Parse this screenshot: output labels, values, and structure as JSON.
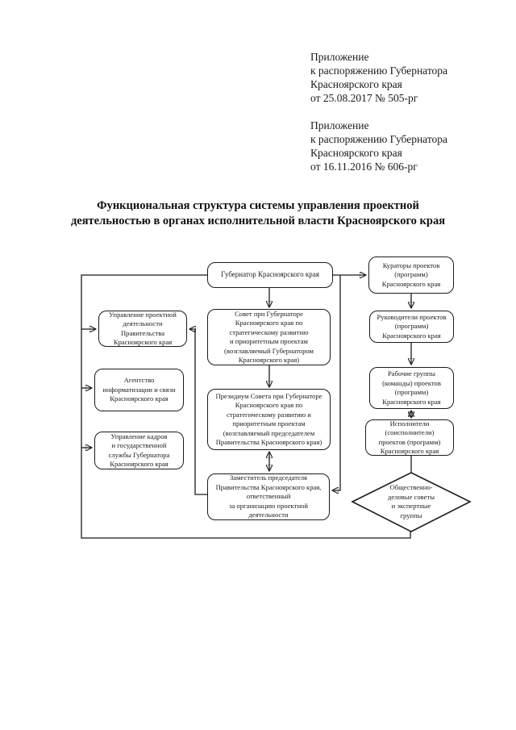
{
  "page": {
    "annexes": [
      {
        "lines": [
          "Приложение",
          "к распоряжению Губернатора",
          "Красноярского края",
          "от 25.08.2017 № 505-рг"
        ]
      },
      {
        "lines": [
          "Приложение",
          "к распоряжению Губернатора",
          "Красноярского края",
          "от 16.11.2016 № 606-рг"
        ]
      }
    ],
    "title_lines": [
      "Функциональная структура системы управления проектной",
      "деятельностью в органах исполнительной власти Красноярского края"
    ]
  },
  "diagram": {
    "nodes": {
      "governor": {
        "lines": [
          "Губернатор Красноярского края"
        ]
      },
      "curators": {
        "lines": [
          "Кураторы проектов",
          "(программ)",
          "Красноярского края"
        ]
      },
      "project_office": {
        "lines": [
          "Управление проектной",
          "деятельности",
          "Правительства",
          "Красноярского края"
        ]
      },
      "council": {
        "lines": [
          "Совет при Губернаторе",
          "Красноярского края по",
          "стратегическому развитию",
          "и приоритетным проектам",
          "(возглавляемый Губернатором",
          "Красноярского края)"
        ]
      },
      "project_leaders": {
        "lines": [
          "Руководители проектов",
          "(программ)",
          "Красноярского края"
        ]
      },
      "it_agency": {
        "lines": [
          "Агентство",
          "информатизации и связи",
          "Красноярского края"
        ]
      },
      "work_groups": {
        "lines": [
          "Рабочие группы",
          "(команды) проектов",
          "(программ)",
          "Красноярского края"
        ]
      },
      "presidium": {
        "lines": [
          "Президиум Совета при Губернаторе",
          "Красноярского края по",
          "стратегическому развитию и",
          "приоритетным проектам",
          "(возглавляемый председателем",
          "Правительства Красноярского края)"
        ]
      },
      "hr_department": {
        "lines": [
          "Управление кадров",
          "и государственной",
          "службы Губернатора",
          "Красноярского края"
        ]
      },
      "executors": {
        "lines": [
          "Исполнители",
          "(соисполнители)",
          "проектов (программ)",
          "Красноярского края"
        ]
      },
      "deputy_chairman": {
        "lines": [
          "Заместитель председателя",
          "Правительства Красноярского края,",
          "ответственный",
          "за организацию проектной",
          "деятельности"
        ]
      },
      "public_councils": {
        "lines": [
          "Общественно-",
          "деловые советы",
          "и экспертные",
          "группы"
        ]
      }
    },
    "colors": {
      "ink": "#1b1b1b",
      "paper": "#ffffff"
    }
  }
}
